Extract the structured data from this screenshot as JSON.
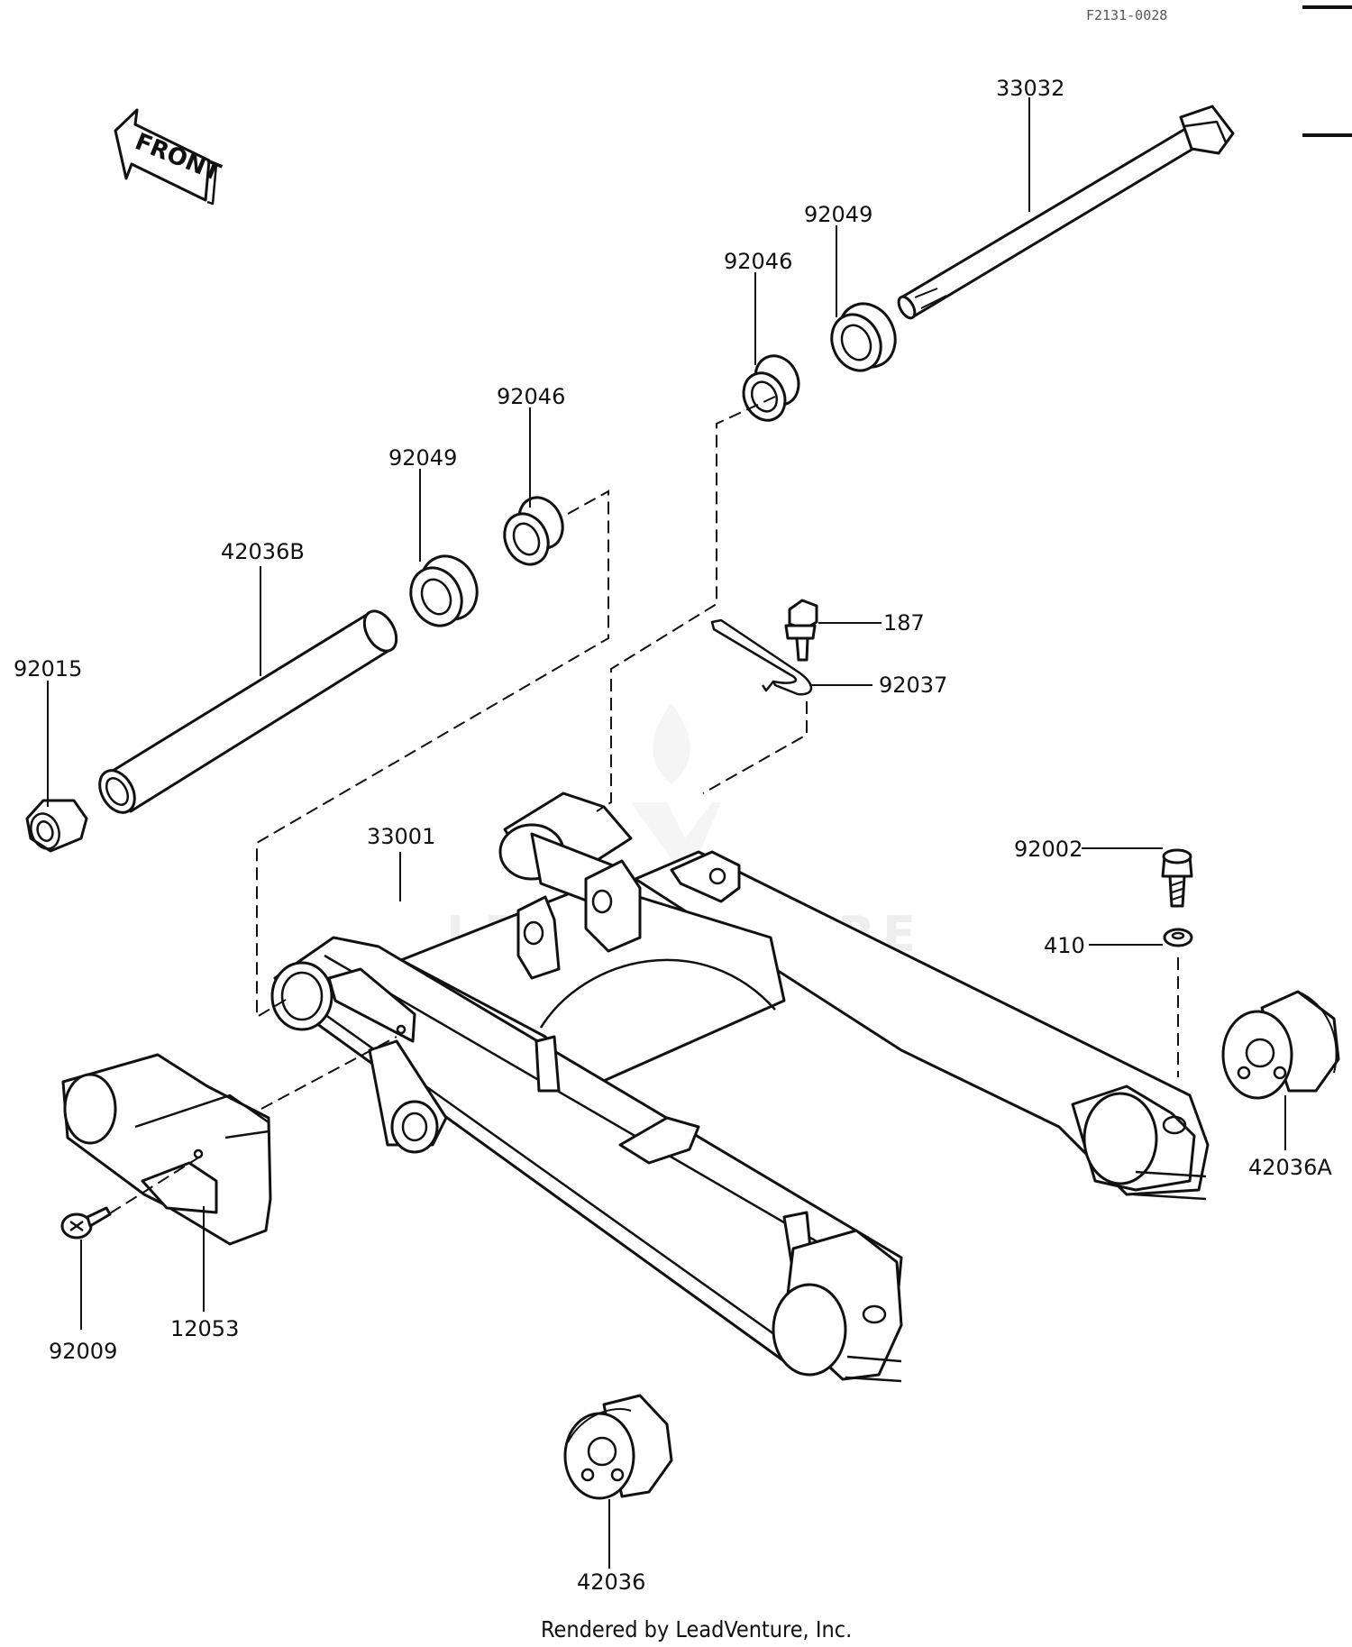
{
  "diagram": {
    "drawing_code": "F2131-0028",
    "front_label": "FRONT",
    "watermark": "LEADVENTURE",
    "footer": "Rendered by LeadVenture, Inc."
  },
  "labels": {
    "p33032": "33032",
    "p92049_right": "92049",
    "p92046_right": "92046",
    "p92046_left": "92046",
    "p92049_left": "92049",
    "p42036B": "42036B",
    "p92015": "92015",
    "p187": "187",
    "p92037": "92037",
    "p33001": "33001",
    "p92002": "92002",
    "p410": "410",
    "p42036A": "42036A",
    "p12053": "12053",
    "p92009": "92009",
    "p42036": "42036"
  }
}
